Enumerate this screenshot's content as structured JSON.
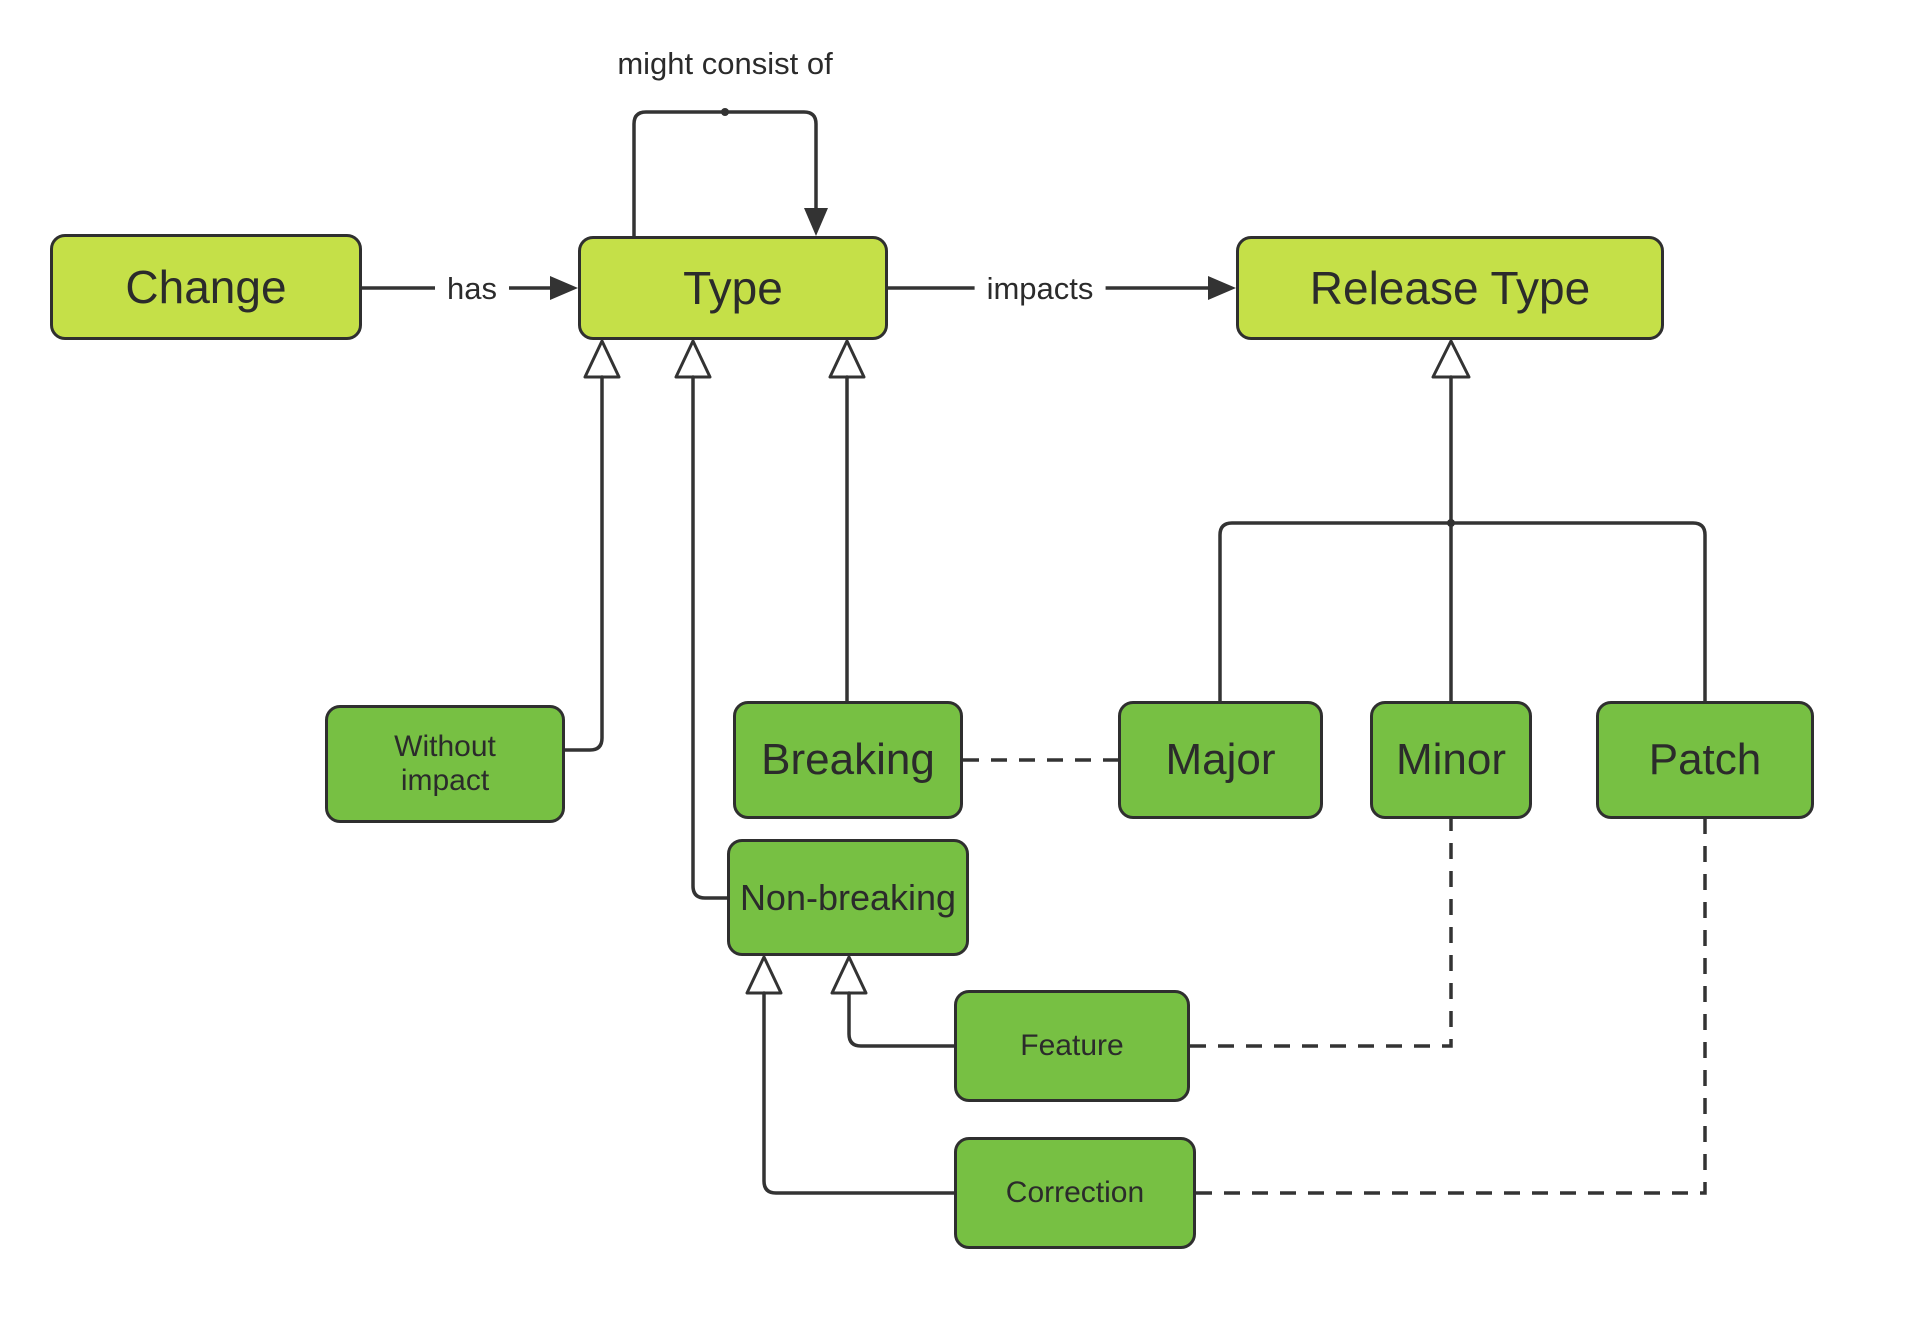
{
  "diagram": {
    "type": "concept-diagram",
    "nodes": {
      "change": {
        "label": "Change",
        "kind": "primary"
      },
      "type": {
        "label": "Type",
        "kind": "primary"
      },
      "release_type": {
        "label": "Release Type",
        "kind": "primary"
      },
      "without_impact": {
        "label": "Without impact",
        "kind": "secondary"
      },
      "breaking": {
        "label": "Breaking",
        "kind": "secondary"
      },
      "non_breaking": {
        "label": "Non-breaking",
        "kind": "secondary"
      },
      "major": {
        "label": "Major",
        "kind": "secondary"
      },
      "minor": {
        "label": "Minor",
        "kind": "secondary"
      },
      "patch": {
        "label": "Patch",
        "kind": "secondary"
      },
      "feature": {
        "label": "Feature",
        "kind": "secondary"
      },
      "correction": {
        "label": "Correction",
        "kind": "secondary"
      }
    },
    "edges": [
      {
        "from": "Change",
        "to": "Type",
        "label": "has",
        "style": "arrow"
      },
      {
        "from": "Type",
        "to": "Type",
        "label": "might consist of",
        "style": "self-loop-arrow"
      },
      {
        "from": "Type",
        "to": "Release Type",
        "label": "impacts",
        "style": "arrow"
      },
      {
        "from": "Without impact",
        "to": "Type",
        "label": "",
        "style": "inheritance"
      },
      {
        "from": "Non-breaking",
        "to": "Type",
        "label": "",
        "style": "inheritance"
      },
      {
        "from": "Breaking",
        "to": "Type",
        "label": "",
        "style": "inheritance"
      },
      {
        "from": "Major",
        "to": "Release Type",
        "label": "",
        "style": "inheritance"
      },
      {
        "from": "Minor",
        "to": "Release Type",
        "label": "",
        "style": "inheritance"
      },
      {
        "from": "Patch",
        "to": "Release Type",
        "label": "",
        "style": "inheritance"
      },
      {
        "from": "Feature",
        "to": "Non-breaking",
        "label": "",
        "style": "inheritance"
      },
      {
        "from": "Correction",
        "to": "Non-breaking",
        "label": "",
        "style": "inheritance"
      },
      {
        "from": "Breaking",
        "to": "Major",
        "label": "",
        "style": "dashed"
      },
      {
        "from": "Feature",
        "to": "Minor",
        "label": "",
        "style": "dashed"
      },
      {
        "from": "Correction",
        "to": "Patch",
        "label": "",
        "style": "dashed"
      }
    ],
    "colors": {
      "primary_node_fill": "#c5e048",
      "secondary_node_fill": "#77c043",
      "node_border": "#2f2f2f",
      "edge": "#333333",
      "text": "#2b2b2b",
      "background": "#ffffff"
    }
  }
}
